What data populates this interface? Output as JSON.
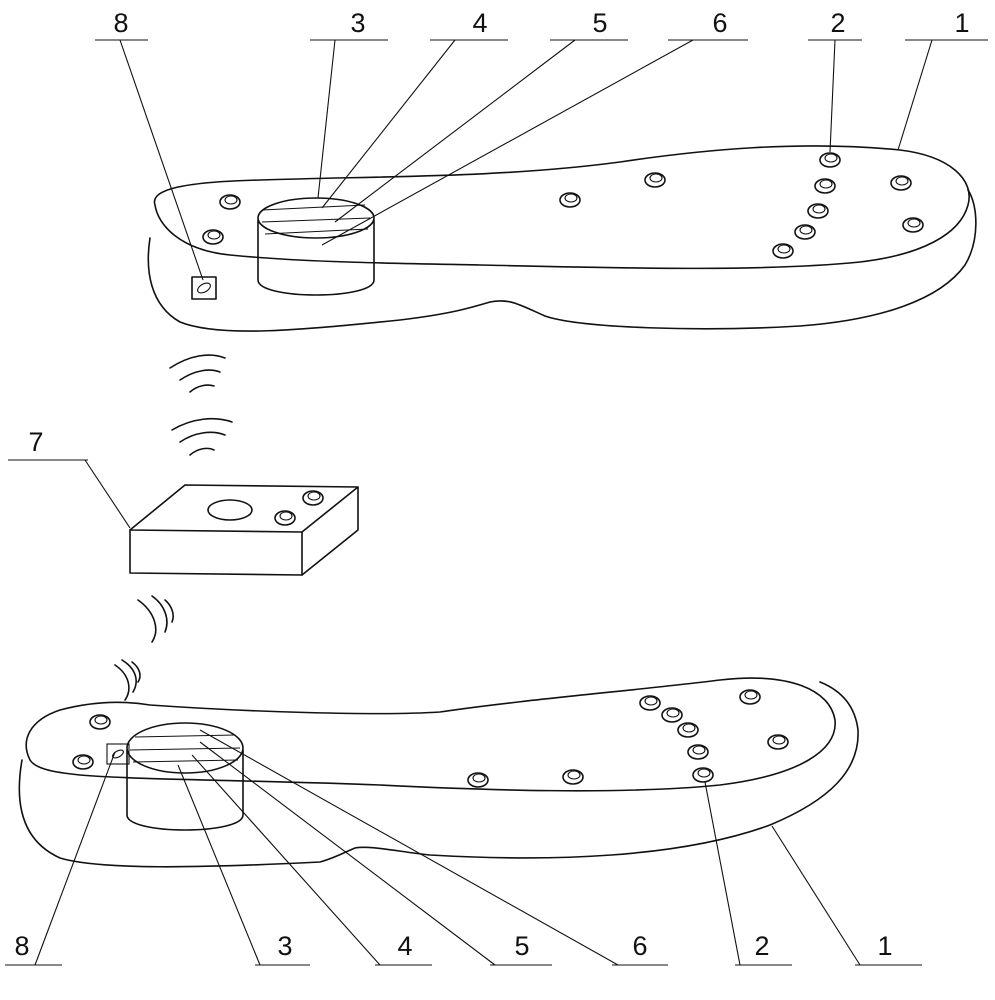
{
  "top_insole": {
    "labels": {
      "sole_body": "1",
      "massage_bumps": "2",
      "module_layer_3": "3",
      "module_layer_4": "4",
      "module_layer_5": "5",
      "module_layer_6": "6",
      "sensor": "8"
    }
  },
  "receiver": {
    "label": "7"
  },
  "bottom_insole": {
    "labels": {
      "sole_body": "1",
      "massage_bumps": "2",
      "module_layer_3": "3",
      "module_layer_4": "4",
      "module_layer_5": "5",
      "module_layer_6": "6",
      "sensor": "8"
    }
  }
}
